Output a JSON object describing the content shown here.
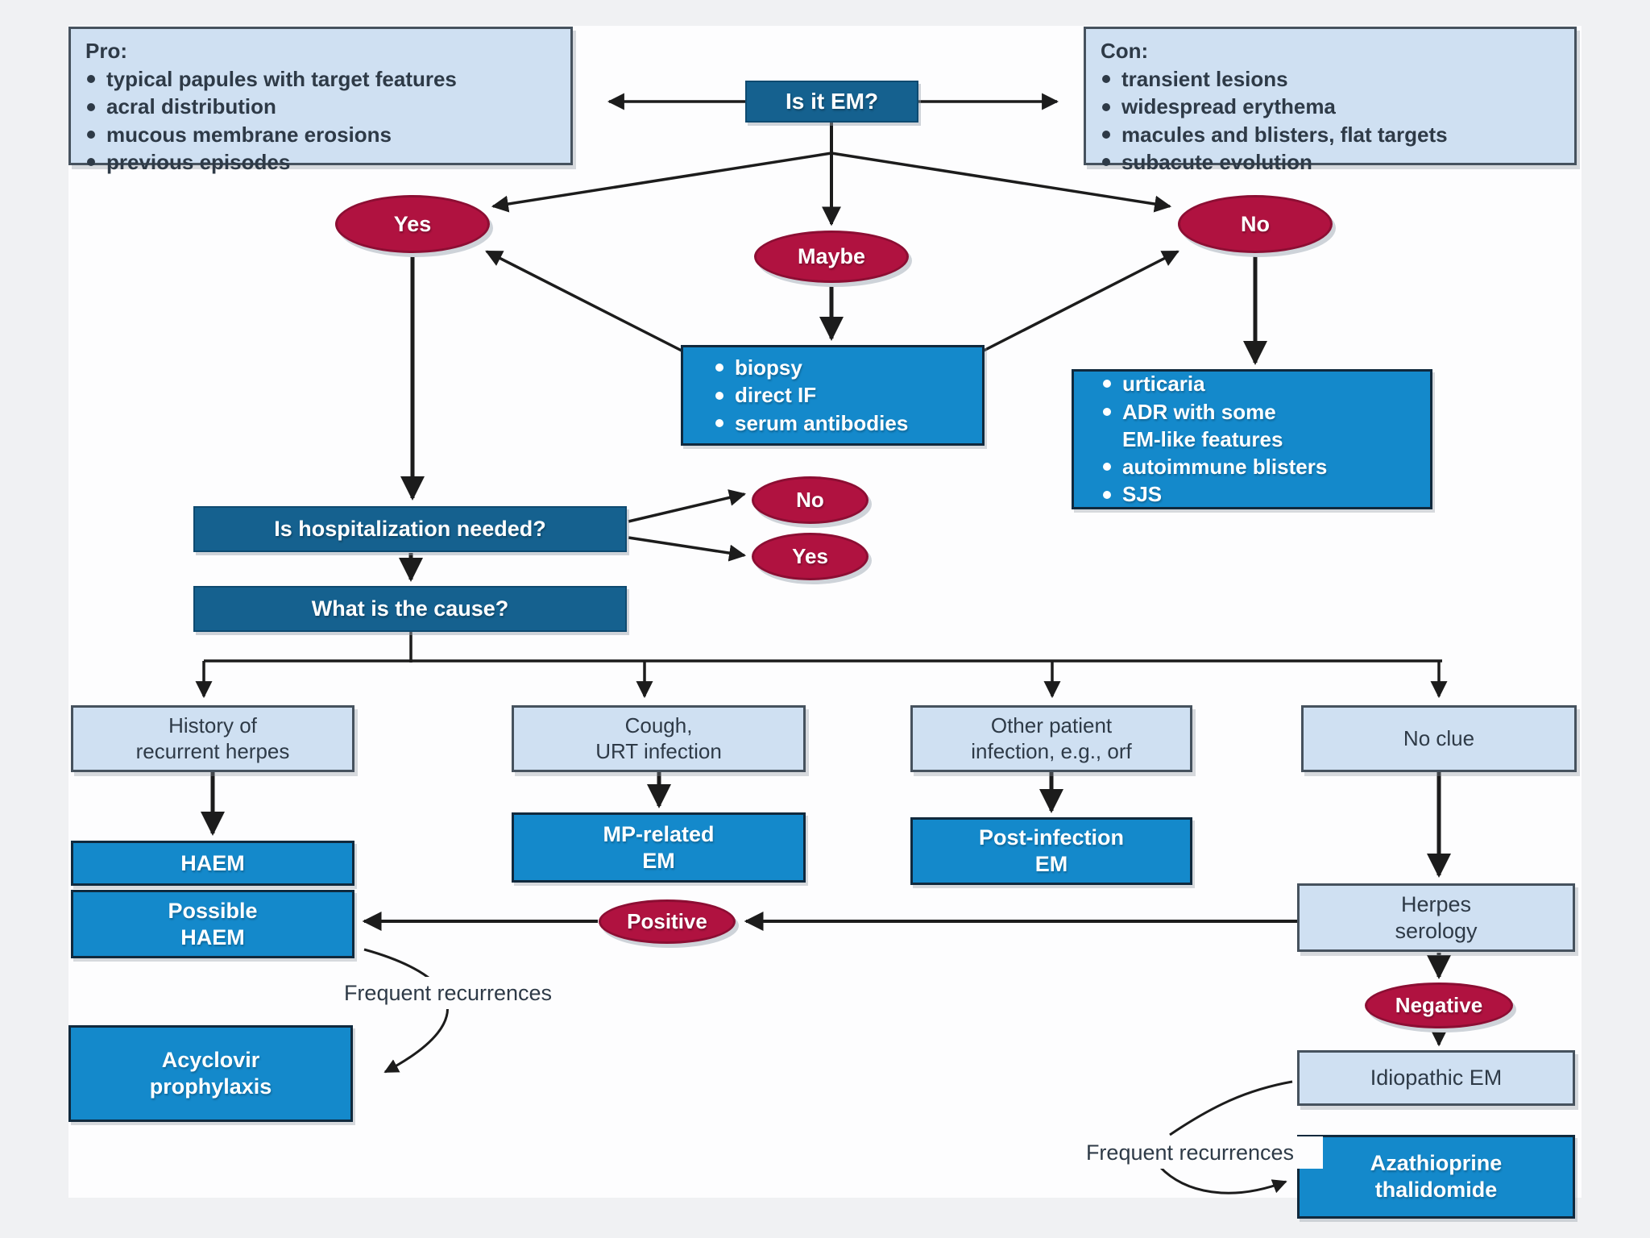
{
  "colors": {
    "background": "#f0f1f3",
    "canvas": "#fdfdfe",
    "light_box_fill": "#cfe0f2",
    "light_box_border": "#46525e",
    "question_box_fill": "#15618f",
    "outcome_box_fill": "#1489cb",
    "outcome_box_border": "#10293d",
    "ellipse_fill": "#b01240",
    "ellipse_border": "#8c0e33",
    "arrow": "#1c1c1c",
    "dark_text": "#2e3a47",
    "light_text": "#ffffff"
  },
  "nodes": {
    "pro": {
      "title": "Pro:",
      "items": [
        "typical papules with target features",
        "acral distribution",
        "mucous membrane erosions",
        "previous episodes"
      ]
    },
    "con": {
      "title": "Con:",
      "items": [
        "transient lesions",
        "widespread erythema",
        "macules and blisters, flat targets",
        "subacute evolution"
      ]
    },
    "is_it_em": {
      "label": "Is it EM?"
    },
    "yes": {
      "label": "Yes"
    },
    "maybe": {
      "label": "Maybe"
    },
    "no": {
      "label": "No"
    },
    "tests": {
      "items": [
        "biopsy",
        "direct IF",
        "serum antibodies"
      ]
    },
    "differentials": {
      "items": [
        "urticaria",
        "ADR with some",
        "EM-like features",
        "autoimmune blisters",
        "SJS"
      ]
    },
    "hospitalization": {
      "label": "Is hospitalization needed?"
    },
    "hosp_no": {
      "label": "No"
    },
    "hosp_yes": {
      "label": "Yes"
    },
    "cause": {
      "label": "What is the cause?"
    },
    "history": {
      "lines": [
        "History of",
        "recurrent herpes"
      ]
    },
    "cough": {
      "lines": [
        "Cough,",
        "URT infection"
      ]
    },
    "other_infection": {
      "lines": [
        "Other patient",
        "infection, e.g., orf"
      ]
    },
    "no_clue": {
      "label": "No clue"
    },
    "haem": {
      "label": "HAEM"
    },
    "possible_haem": {
      "lines": [
        "Possible",
        "HAEM"
      ]
    },
    "mp_related": {
      "lines": [
        "MP-related",
        "EM"
      ]
    },
    "post_infection": {
      "lines": [
        "Post-infection",
        "EM"
      ]
    },
    "herpes_serology": {
      "lines": [
        "Herpes",
        "serology"
      ]
    },
    "positive": {
      "label": "Positive"
    },
    "negative": {
      "label": "Negative"
    },
    "idiopathic": {
      "label": "Idiopathic EM"
    },
    "freq_left": {
      "label": "Frequent recurrences"
    },
    "freq_right": {
      "label": "Frequent recurrences"
    },
    "acyclovir": {
      "lines": [
        "Acyclovir",
        "prophylaxis"
      ]
    },
    "azathioprine": {
      "lines": [
        "Azathioprine",
        "thalidomide"
      ]
    }
  }
}
